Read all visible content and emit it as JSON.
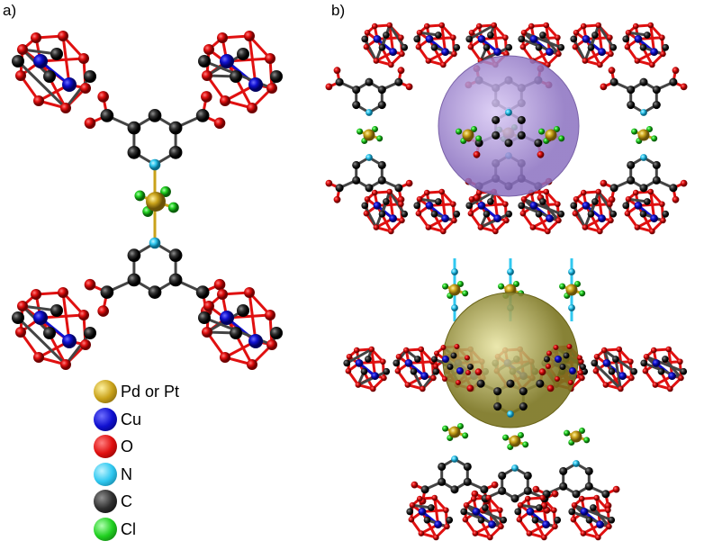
{
  "panels": {
    "a_label": "a)",
    "b_label": "b)"
  },
  "legend": [
    {
      "label": "Pd or Pt",
      "color": "#c9a21a"
    },
    {
      "label": "Cu",
      "color": "#1010d0"
    },
    {
      "label": "O",
      "color": "#e01010"
    },
    {
      "label": "N",
      "color": "#30c8f0"
    },
    {
      "label": "C",
      "color": "#303030"
    },
    {
      "label": "Cl",
      "color": "#20d020"
    }
  ],
  "cages": [
    {
      "name": "upper-cage",
      "color": "#a58cd6"
    },
    {
      "name": "lower-cage",
      "color": "#a8a040"
    }
  ]
}
